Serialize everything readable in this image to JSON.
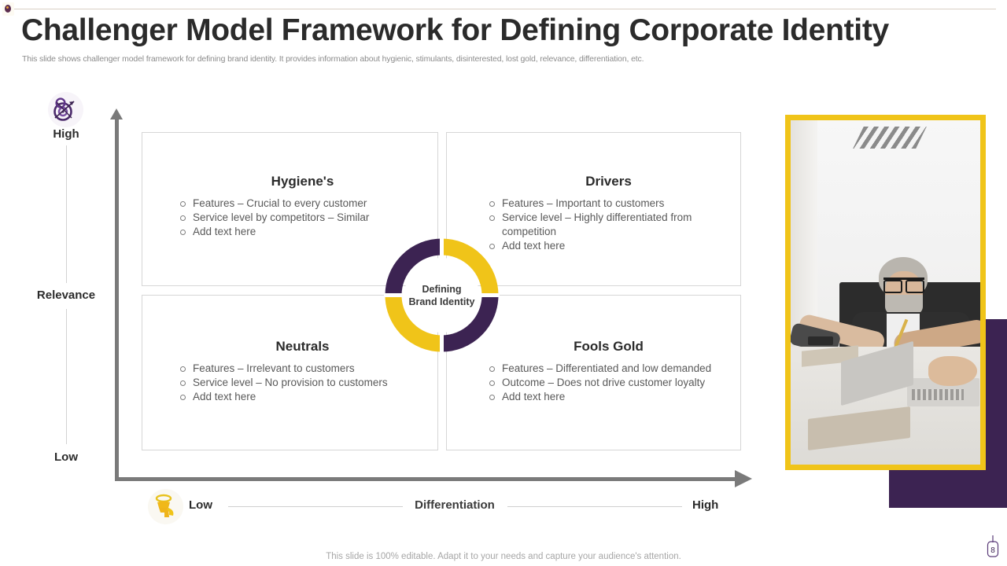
{
  "header": {
    "title": "Challenger Model Framework for Defining Corporate Identity",
    "subtitle": "This slide shows challenger model framework for defining brand identity. It provides information about hygienic, stimulants, disinterested, lost gold, relevance, differentiation, etc."
  },
  "colors": {
    "purple": "#3c2352",
    "yellow": "#f0c419",
    "axis_gray": "#7a7a7a",
    "title_dark": "#2b2b2b",
    "body_gray": "#595959"
  },
  "axes": {
    "y_axis_label": "Relevance",
    "y_high_label": "High",
    "y_low_label": "Low",
    "x_axis_label": "Differentiation",
    "x_low_label": "Low",
    "x_high_label": "High",
    "y_icon": "target-dartboard-icon",
    "x_icon": "person-figure-icon"
  },
  "center": {
    "line1": "Defining",
    "line2": "Brand Identity"
  },
  "quadrants": [
    {
      "id": "hygienes",
      "title": "Hygiene's",
      "items": [
        "Features – Crucial to every customer",
        "Service level by competitors – Similar",
        "Add text here"
      ]
    },
    {
      "id": "drivers",
      "title": "Drivers",
      "items": [
        "Features – Important to customers",
        "Service level – Highly differentiated from competition",
        "Add text here"
      ]
    },
    {
      "id": "neutrals",
      "title": "Neutrals",
      "items": [
        "Features – Irrelevant to customers",
        "Service level – No provision to customers",
        "Add text here"
      ]
    },
    {
      "id": "fools-gold",
      "title": "Fools Gold",
      "items": [
        "Features – Differentiated and low demanded",
        "Outcome – Does not drive customer loyalty",
        "Add text here"
      ]
    }
  ],
  "footer": {
    "note": "This slide is 100% editable. Adapt it to your needs and capture your audience's attention.",
    "page_number": "8"
  }
}
